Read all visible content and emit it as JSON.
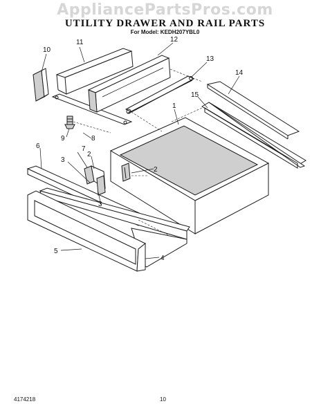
{
  "watermark": "AppliancePartsPros.com",
  "title": "UTILITY DRAWER AND RAIL PARTS",
  "model": "For Model: KEDH207YBL0",
  "footer": {
    "code": "4174218",
    "page": "10"
  },
  "callouts": {
    "c1": "1",
    "c2a": "2",
    "c2b": "2",
    "c3a": "3",
    "c3b": "3",
    "c4": "4",
    "c5": "5",
    "c6": "6",
    "c7": "7",
    "c8": "8",
    "c9": "9",
    "c10": "10",
    "c11": "11",
    "c12": "12",
    "c13": "13",
    "c14": "14",
    "c15": "15"
  }
}
